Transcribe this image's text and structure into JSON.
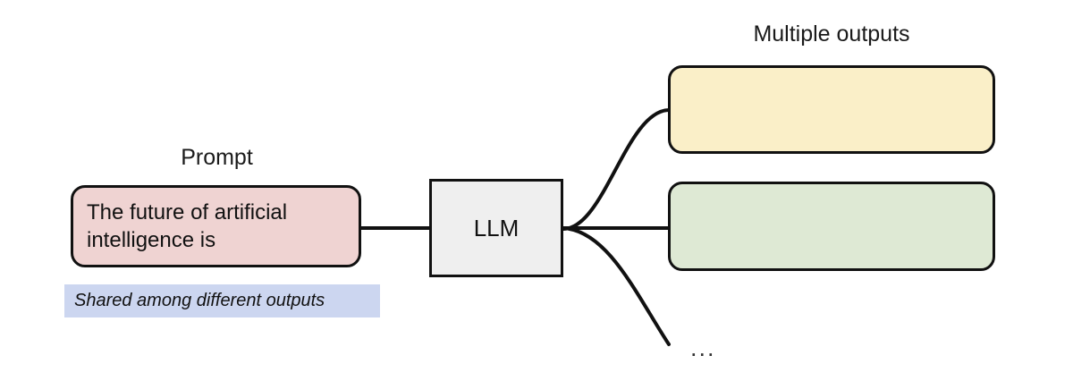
{
  "diagram": {
    "title_prompt": "Prompt",
    "title_outputs": "Multiple outputs",
    "ellipsis": "...",
    "colors": {
      "prompt_fill": "#EFD3D2",
      "llm_fill": "#EFEFEF",
      "output_1_fill": "#FAEFC8",
      "output_2_fill": "#DEE9D4",
      "note_fill": "#CCD6F0",
      "stroke": "#111111",
      "text": "#111111",
      "background": "#FFFFFF"
    },
    "nodes": {
      "prompt": {
        "label": "The future of artificial intelligence is",
        "shape": "rounded-rect"
      },
      "llm": {
        "label": "LLM",
        "shape": "rect"
      },
      "output_1": {
        "label": "",
        "shape": "rounded-rect"
      },
      "output_2": {
        "label": "",
        "shape": "rounded-rect"
      }
    },
    "note": {
      "text": "Shared among different outputs",
      "style": "italic"
    },
    "edges": [
      {
        "from": "prompt",
        "to": "llm",
        "style": "straight"
      },
      {
        "from": "llm",
        "to": "output_1",
        "style": "curve-up"
      },
      {
        "from": "llm",
        "to": "output_2",
        "style": "straight"
      },
      {
        "from": "llm",
        "to": "ellipsis",
        "style": "curve-down"
      }
    ]
  }
}
